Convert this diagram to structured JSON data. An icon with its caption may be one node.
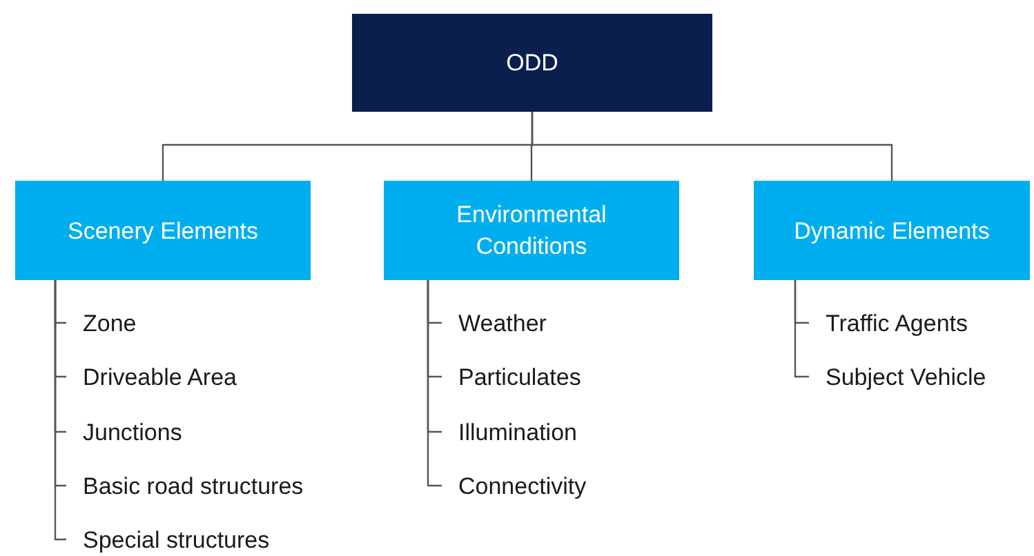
{
  "diagram": {
    "nodes": [
      {
        "text": [
          "ODD"
        ]
      },
      {
        "text": [
          "Scenery Elements"
        ]
      },
      {
        "text": [
          "Environmental Conditions"
        ]
      },
      {
        "text": [
          "Dynamic Elements"
        ]
      },
      {
        "text": [
          "Zone"
        ]
      },
      {
        "text": [
          "Driveable Area"
        ]
      },
      {
        "text": [
          "Junctions"
        ]
      },
      {
        "text": [
          "Basic road structures"
        ]
      },
      {
        "text": [
          "Special structures"
        ]
      },
      {
        "text": [
          "Weather"
        ]
      },
      {
        "text": [
          "Particulates"
        ]
      },
      {
        "text": [
          "Illumination"
        ]
      },
      {
        "text": [
          "Connectivity"
        ]
      },
      {
        "text": [
          "Traffic Agents"
        ]
      },
      {
        "text": [
          "Subject Vehicle"
        ]
      }
    ],
    "edges": [
      {
        "from": 0,
        "to": 1,
        "arrow": "none"
      },
      {
        "from": 0,
        "to": 2,
        "arrow": "none"
      },
      {
        "from": 0,
        "to": 3,
        "arrow": "none"
      },
      {
        "from": 1,
        "to": 4,
        "arrow": "none"
      },
      {
        "from": 1,
        "to": 5,
        "arrow": "none"
      },
      {
        "from": 1,
        "to": 6,
        "arrow": "none"
      },
      {
        "from": 1,
        "to": 7,
        "arrow": "none"
      },
      {
        "from": 1,
        "to": 8,
        "arrow": "none"
      },
      {
        "from": 2,
        "to": 9,
        "arrow": "none"
      },
      {
        "from": 2,
        "to": 10,
        "arrow": "none"
      },
      {
        "from": 2,
        "to": 11,
        "arrow": "none"
      },
      {
        "from": 2,
        "to": 12,
        "arrow": "none"
      },
      {
        "from": 3,
        "to": 13,
        "arrow": "none"
      },
      {
        "from": 3,
        "to": 14,
        "arrow": "none"
      }
    ]
  }
}
